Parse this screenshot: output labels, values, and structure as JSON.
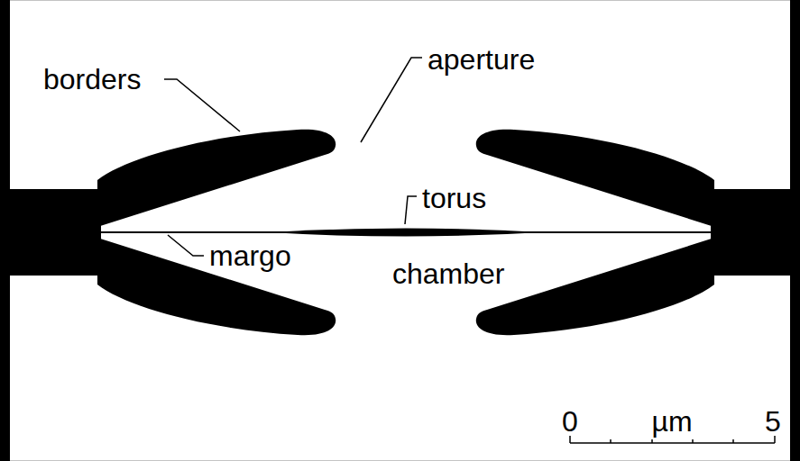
{
  "diagram": {
    "labels": [
      "borders",
      "aperture",
      "torus",
      "margo",
      "chamber",
      "0",
      "µm",
      "5"
    ]
  }
}
